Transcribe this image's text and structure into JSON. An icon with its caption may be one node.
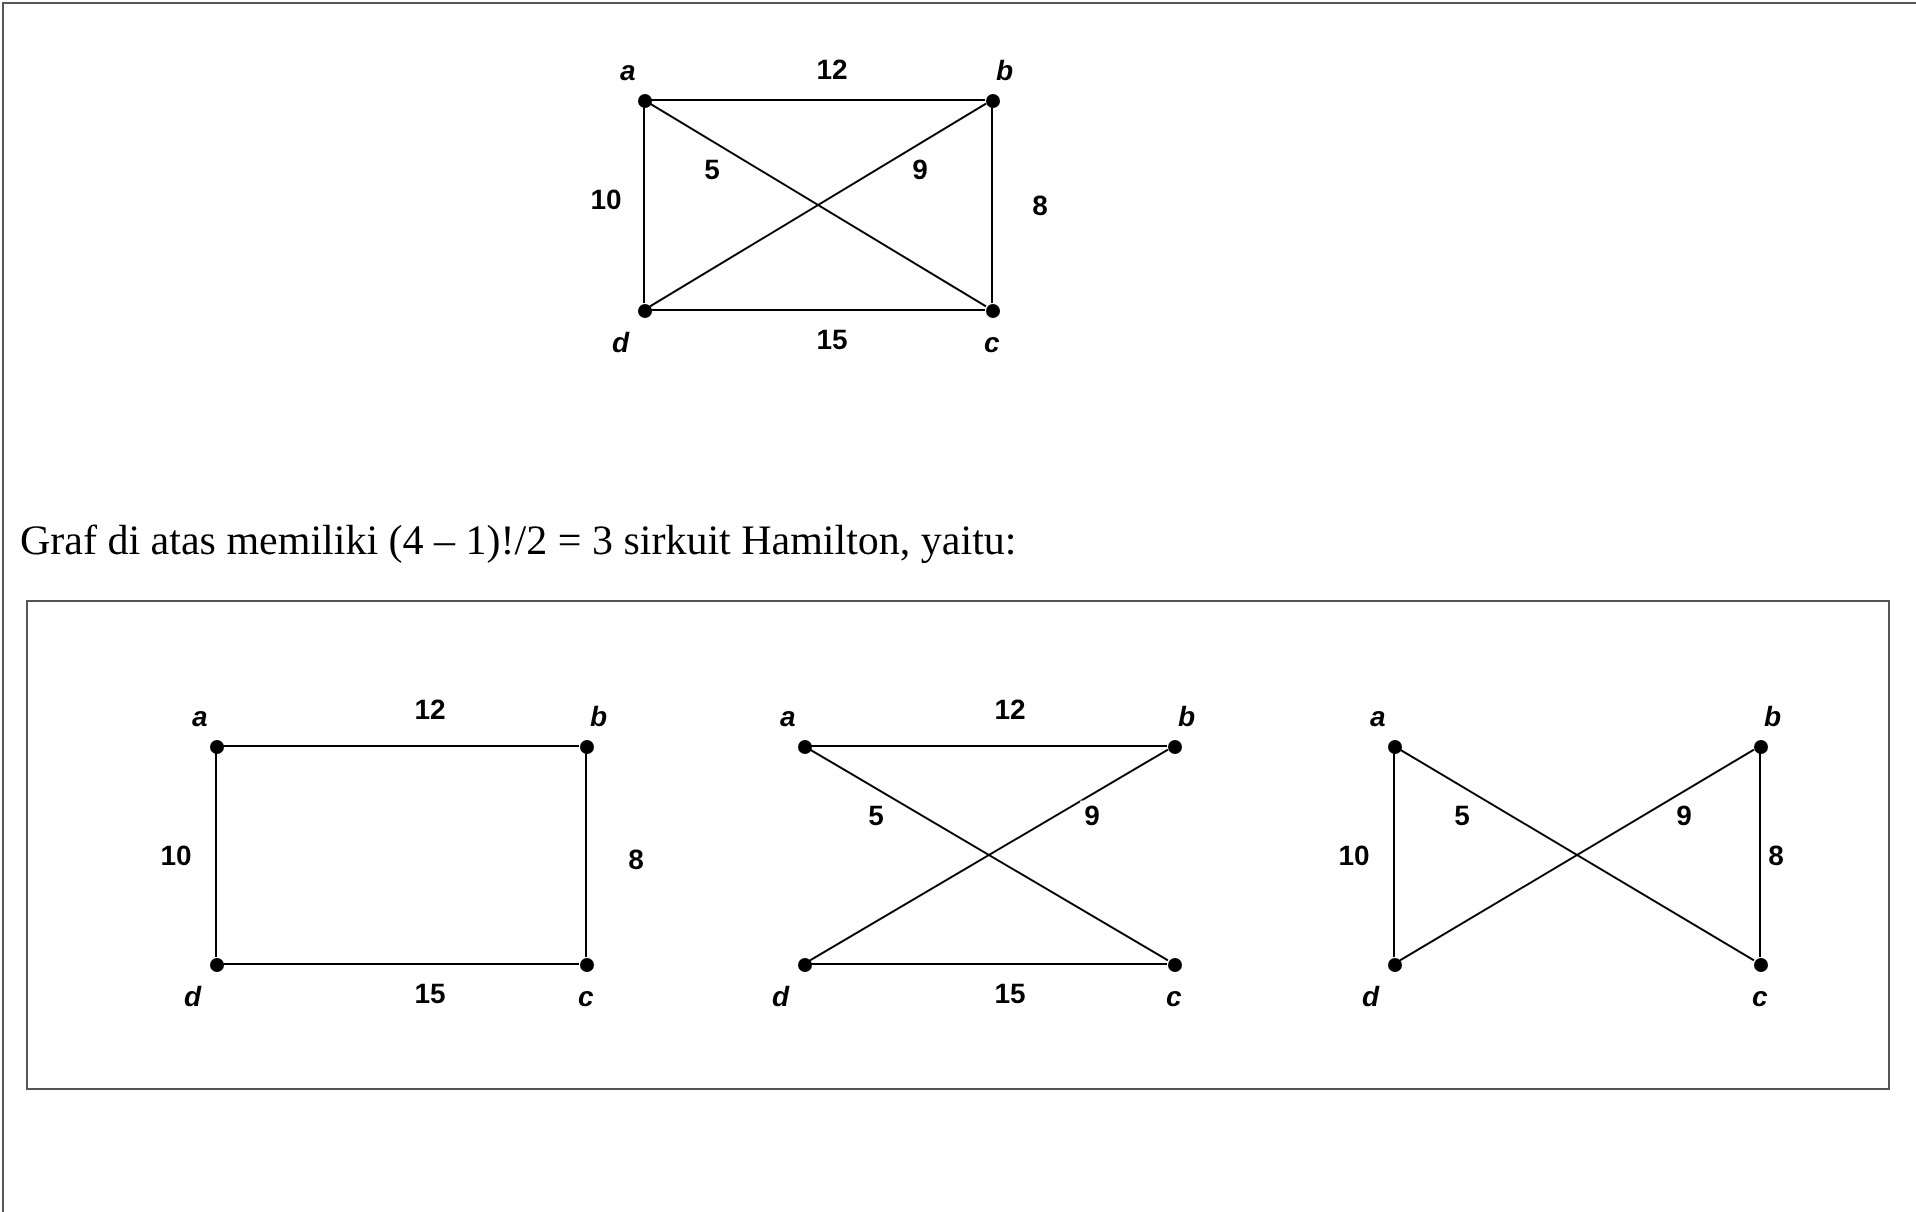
{
  "diagram": {
    "nodes": [
      {
        "text": [],
        "shape": "circle",
        "beside": [
          "a"
        ]
      },
      {
        "text": [],
        "shape": "circle",
        "beside": [
          "b"
        ]
      },
      {
        "text": [],
        "shape": "circle",
        "beside": [
          "c"
        ]
      },
      {
        "text": [],
        "shape": "circle",
        "beside": [
          "d"
        ]
      },
      {
        "text": [],
        "shape": "box"
      },
      {
        "text": [],
        "shape": "circle",
        "beside": [
          "a"
        ],
        "in": 4
      },
      {
        "text": [],
        "shape": "circle",
        "beside": [
          "b"
        ],
        "in": 4
      },
      {
        "text": [],
        "shape": "circle",
        "beside": [
          "c"
        ],
        "in": 4
      },
      {
        "text": [],
        "shape": "circle",
        "beside": [
          "d"
        ],
        "in": 4
      },
      {
        "text": [],
        "shape": "circle",
        "beside": [
          "a"
        ],
        "in": 4
      },
      {
        "text": [],
        "shape": "circle",
        "beside": [
          "b"
        ],
        "in": 4
      },
      {
        "text": [],
        "shape": "circle",
        "beside": [
          "c"
        ],
        "in": 4
      },
      {
        "text": [],
        "shape": "circle",
        "beside": [
          "d"
        ],
        "in": 4
      },
      {
        "text": [],
        "shape": "circle",
        "beside": [
          "a"
        ],
        "in": 4
      },
      {
        "text": [],
        "shape": "circle",
        "beside": [
          "b"
        ],
        "in": 4
      },
      {
        "text": [],
        "shape": "circle",
        "beside": [
          "c"
        ],
        "in": 4
      },
      {
        "text": [],
        "shape": "circle",
        "beside": [
          "d"
        ],
        "in": 4
      }
    ],
    "edges": [
      {
        "from": 0,
        "to": 1,
        "arrow": "none",
        "label": "12"
      },
      {
        "from": 1,
        "to": 2,
        "arrow": "none",
        "label": "8"
      },
      {
        "from": 2,
        "to": 3,
        "arrow": "none",
        "label": "15"
      },
      {
        "from": 3,
        "to": 0,
        "arrow": "none",
        "label": "10"
      },
      {
        "from": 0,
        "to": 2,
        "arrow": "none",
        "label": "5"
      },
      {
        "from": 1,
        "to": 3,
        "arrow": "none",
        "label": "9"
      },
      {
        "from": 5,
        "to": 6,
        "arrow": "none",
        "label": "12"
      },
      {
        "from": 6,
        "to": 7,
        "arrow": "none",
        "label": "8"
      },
      {
        "from": 7,
        "to": 8,
        "arrow": "none",
        "label": "15"
      },
      {
        "from": 8,
        "to": 5,
        "arrow": "none",
        "label": "10"
      },
      {
        "from": 9,
        "to": 10,
        "arrow": "none",
        "label": "12"
      },
      {
        "from": 9,
        "to": 11,
        "arrow": "none",
        "label": "5"
      },
      {
        "from": 10,
        "to": 12,
        "arrow": "none",
        "label": "9"
      },
      {
        "from": 12,
        "to": 11,
        "arrow": "none",
        "label": "15"
      },
      {
        "from": 13,
        "to": 16,
        "arrow": "none",
        "label": "10"
      },
      {
        "from": 13,
        "to": 15,
        "arrow": "none",
        "label": "5"
      },
      {
        "from": 14,
        "to": 16,
        "arrow": "none",
        "label": "9"
      },
      {
        "from": 14,
        "to": 15,
        "arrow": "none",
        "label": "8"
      }
    ],
    "labels": [
      "Graf di atas memiliki (4 – 1)!/2 = 3 sirkuit Hamilton, yaitu:"
    ]
  }
}
